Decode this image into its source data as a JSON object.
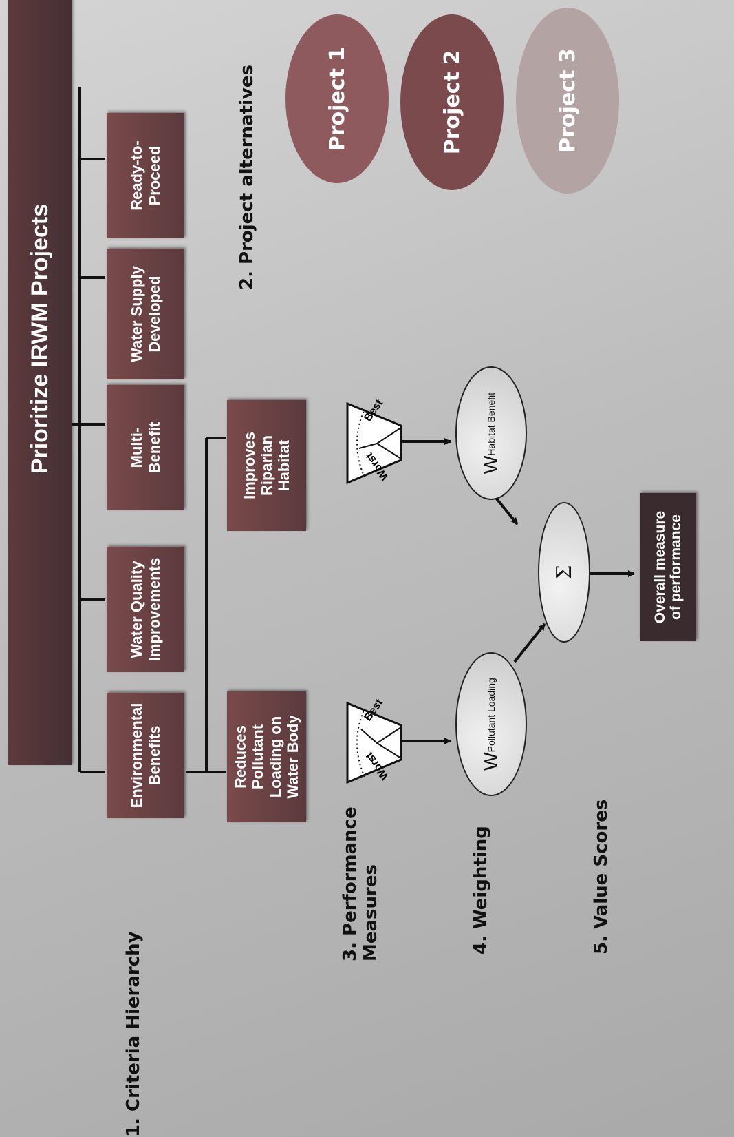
{
  "title": "Prioritize IRWM Projects",
  "steps": {
    "criteria": "1.    Criteria Hierarchy",
    "alternatives": "2. Project alternatives",
    "performance": "3. Performance\nMeasures",
    "weighting": "4. Weighting",
    "value_scores": "5. Value Scores"
  },
  "criteria": [
    "Environmental\nBenefits",
    "Water Quality\nImprovements",
    "Multi-\nBenefit",
    "Water Supply\nDeveloped",
    "Ready-to-\nProceed"
  ],
  "sub_criteria": [
    "Reduces\nPollutant\nLoading on\nWater Body",
    "Improves\nRiparian\nHabitat"
  ],
  "projects": [
    {
      "label": "Project 1",
      "color": "#8e5a5d"
    },
    {
      "label": "Project 2",
      "color": "#7a4a4d"
    },
    {
      "label": "Project 3",
      "color": "#b3a3a3"
    }
  ],
  "gauge": {
    "worst": "Worst",
    "best": "Best"
  },
  "weights": [
    {
      "letter": "W",
      "sub": "Pollutant Loading"
    },
    {
      "letter": "W",
      "sub": "Habitat Benefit"
    }
  ],
  "sum_symbol": "Σ",
  "result": "Overall measure\nof performance"
}
